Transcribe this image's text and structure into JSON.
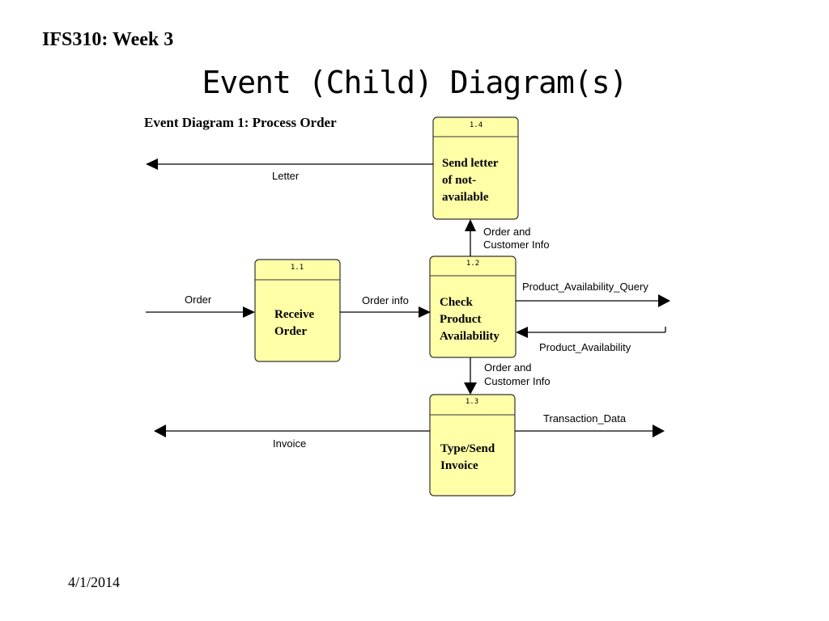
{
  "slide": {
    "course_label": "IFS310: Week 3",
    "title": "Event (Child) Diagram(s)",
    "date": "4/1/2014"
  },
  "diagram": {
    "title": "Event Diagram 1: Process Order",
    "processes": [
      {
        "id": "1.1",
        "name": [
          "Receive",
          "Order"
        ]
      },
      {
        "id": "1.2",
        "name": [
          "Check",
          "Product",
          "Availability"
        ]
      },
      {
        "id": "1.3",
        "name": [
          "Type/Send",
          "Invoice"
        ]
      },
      {
        "id": "1.4",
        "name": [
          "Send letter",
          "of not-",
          "available"
        ]
      }
    ],
    "flows": {
      "order": "Order",
      "order_info": "Order info",
      "letter": "Letter",
      "order_customer_info_up": [
        "Order and",
        "Customer Info"
      ],
      "order_customer_info_down": [
        "Order and",
        "Customer Info"
      ],
      "product_availability_query": "Product_Availability_Query",
      "product_availability": "Product_Availability",
      "invoice": "Invoice",
      "transaction_data": "Transaction_Data"
    },
    "colors": {
      "process_fill": "#ffffa8",
      "line": "#000000"
    }
  }
}
